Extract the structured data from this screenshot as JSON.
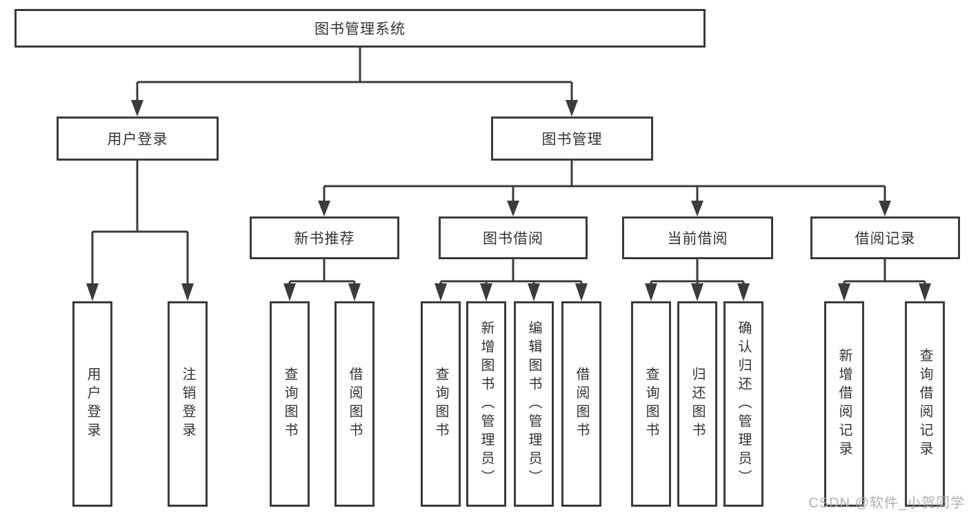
{
  "diagram": {
    "title": "图书管理系统",
    "level2": [
      {
        "label": "用户登录"
      },
      {
        "label": "图书管理"
      }
    ],
    "level3": [
      {
        "label": "新书推荐",
        "parent": "图书管理"
      },
      {
        "label": "图书借阅",
        "parent": "图书管理"
      },
      {
        "label": "当前借阅",
        "parent": "图书管理"
      },
      {
        "label": "借阅记录",
        "parent": "图书管理"
      }
    ],
    "leaves": [
      {
        "label": "用户登录",
        "parent": "用户登录"
      },
      {
        "label": "注销登录",
        "parent": "用户登录"
      },
      {
        "label": "查询图书",
        "parent": "新书推荐"
      },
      {
        "label": "借阅图书",
        "parent": "新书推荐"
      },
      {
        "label": "查询图书",
        "parent": "图书借阅"
      },
      {
        "label": "新增图书（管理员）",
        "parent": "图书借阅"
      },
      {
        "label": "编辑图书（管理员）",
        "parent": "图书借阅"
      },
      {
        "label": "借阅图书",
        "parent": "图书借阅"
      },
      {
        "label": "查询图书",
        "parent": "当前借阅"
      },
      {
        "label": "归还图书",
        "parent": "当前借阅"
      },
      {
        "label": "确认归还（管理员）",
        "parent": "当前借阅"
      },
      {
        "label": "新增借阅记录",
        "parent": "借阅记录"
      },
      {
        "label": "查询借阅记录",
        "parent": "借阅记录"
      }
    ],
    "colors": {
      "line": "#3b3b3b",
      "box_border": "#3b3b3b",
      "box_fill": "#ffffff",
      "text": "#333333"
    }
  },
  "watermark": {
    "text": "CSDN @软件_小贺同学",
    "color": "#a8a8a8"
  }
}
